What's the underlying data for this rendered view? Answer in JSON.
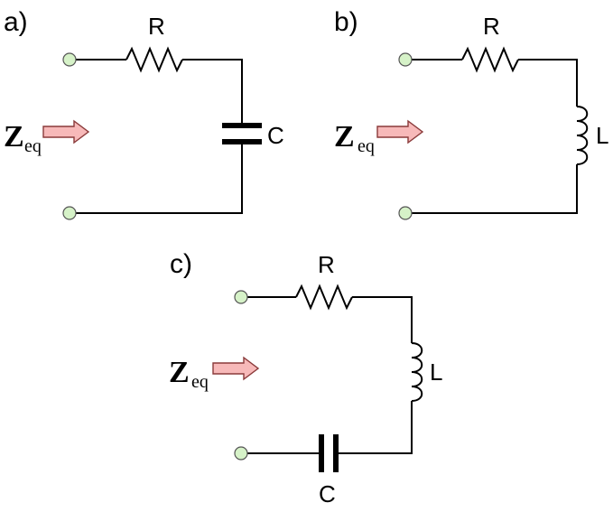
{
  "panels": [
    {
      "id": "a",
      "label": "a)",
      "impedance_symbol": "Z",
      "impedance_subscript": "eq",
      "components": [
        {
          "type": "resistor",
          "label": "R"
        },
        {
          "type": "capacitor",
          "label": "C"
        }
      ]
    },
    {
      "id": "b",
      "label": "b)",
      "impedance_symbol": "Z",
      "impedance_subscript": "eq",
      "components": [
        {
          "type": "resistor",
          "label": "R"
        },
        {
          "type": "inductor",
          "label": "L"
        }
      ]
    },
    {
      "id": "c",
      "label": "c)",
      "impedance_symbol": "Z",
      "impedance_subscript": "eq",
      "components": [
        {
          "type": "resistor",
          "label": "R"
        },
        {
          "type": "inductor",
          "label": "L"
        },
        {
          "type": "capacitor",
          "label": "C"
        }
      ]
    }
  ],
  "colors": {
    "terminal_fill": "#d6f2c8",
    "arrow_fill": "#f7b9b9",
    "wire": "#000000"
  }
}
